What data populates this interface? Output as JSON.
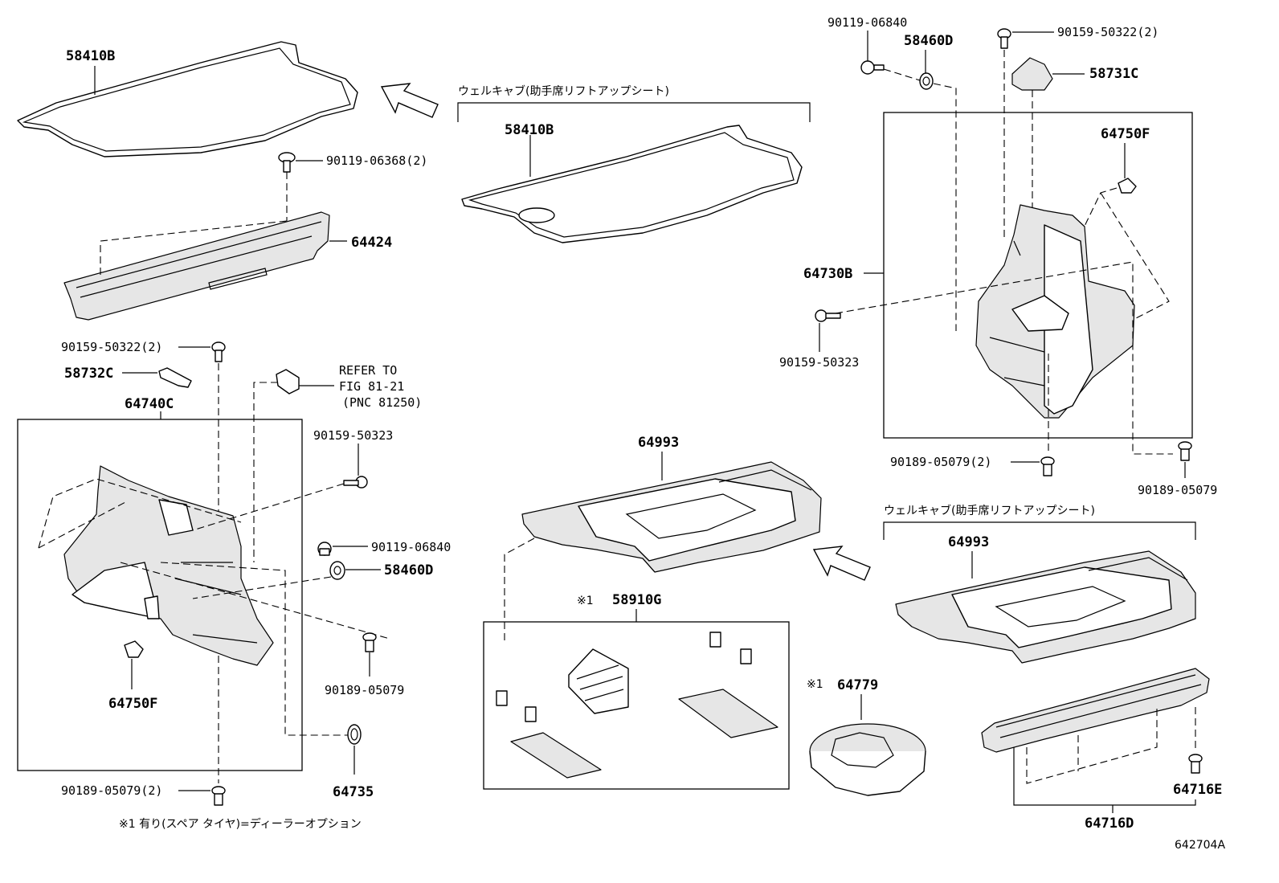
{
  "labels": {
    "p58410B_left": "58410B",
    "p90119_06368": "90119-06368(2)",
    "p64424": "64424",
    "wellcab_top": "ウェルキャブ(助手席リフトアップシート)",
    "p58410B_mid": "58410B",
    "p90119_06840_top": "90119-06840",
    "p58460D_top": "58460D",
    "p90159_50322_top": "90159-50322(2)",
    "p58731C": "58731C",
    "p64750F_right": "64750F",
    "p64730B": "64730B",
    "p90159_50323_right": "90159-50323",
    "p90189_05079_2_right": "90189-05079(2)",
    "p90189_05079_right": "90189-05079",
    "p90159_50322_left": "90159-50322(2)",
    "p58732C": "58732C",
    "refer_line1": "REFER TO",
    "refer_line2": "FIG 81-21",
    "refer_line3": "(PNC 81250)",
    "p64740C": "64740C",
    "p90159_50323_left": "90159-50323",
    "p90119_06840_left": "90119-06840",
    "p58460D_left": "58460D",
    "p90189_05079_left": "90189-05079",
    "p64750F_left": "64750F",
    "p64735": "64735",
    "p90189_05079_2_left": "90189-05079(2)",
    "footnote": "※1 有り(スペア タイヤ)=ディーラーオプション",
    "p64993_mid": "64993",
    "p58910G_mark": "※1",
    "p58910G": "58910G",
    "wellcab_bottom": "ウェルキャブ(助手席リフトアップシート)",
    "p64993_right": "64993",
    "p64779_mark": "※1",
    "p64779": "64779",
    "p64716E": "64716E",
    "p64716D": "64716D",
    "figure_id": "642704A"
  }
}
